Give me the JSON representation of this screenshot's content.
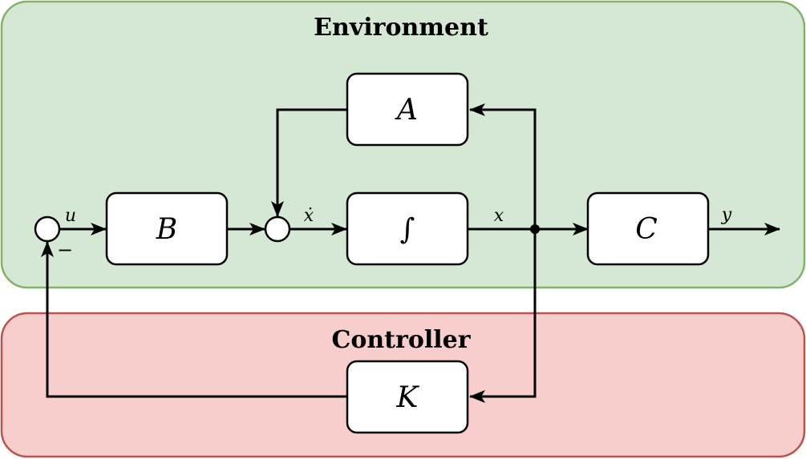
{
  "regions": {
    "environment": {
      "title": "Environment",
      "fill": "#d5e8d4",
      "stroke": "#82b366"
    },
    "controller": {
      "title": "Controller",
      "fill": "#f8cecc",
      "stroke": "#b85450"
    }
  },
  "blocks": {
    "a": "A",
    "b": "B",
    "integrator": "∫",
    "c": "C",
    "k": "K"
  },
  "signals": {
    "u": "u",
    "x_dot": "ẋ",
    "x": "x",
    "y": "y",
    "minus": "−"
  }
}
